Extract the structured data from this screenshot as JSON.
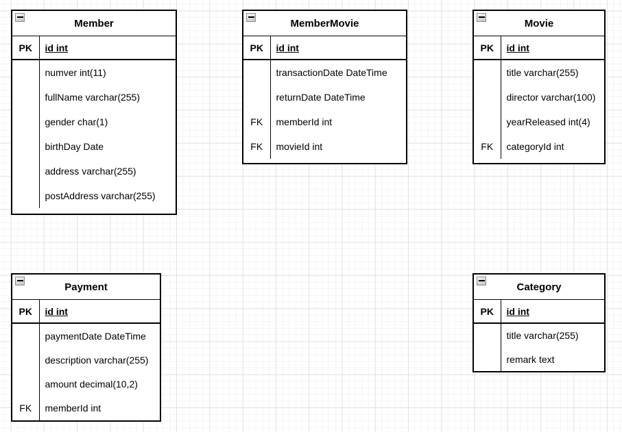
{
  "diagram": {
    "kind": "entity-relationship-diagram",
    "colors": {
      "table_border": "#000000",
      "table_background": "#ffffff",
      "text": "#000000",
      "grid_major": "#e2e2e2",
      "grid_minor": "#f4f4f7",
      "collapse_icon_background": "#dcdcdc",
      "collapse_icon_border": "#8c8c8c"
    },
    "icons": {
      "collapse": "minus"
    },
    "tables": [
      {
        "name": "Member",
        "pk": {
          "key": "PK",
          "field": "id int"
        },
        "rows": [
          {
            "key": "",
            "field": "numver int(11)"
          },
          {
            "key": "",
            "field": "fullName varchar(255)"
          },
          {
            "key": "",
            "field": "gender char(1)"
          },
          {
            "key": "",
            "field": "birthDay Date"
          },
          {
            "key": "",
            "field": "address varchar(255)"
          },
          {
            "key": "",
            "field": "postAddress varchar(255)"
          }
        ]
      },
      {
        "name": "MemberMovie",
        "pk": {
          "key": "PK",
          "field": "id int"
        },
        "rows": [
          {
            "key": "",
            "field": "transactionDate DateTime"
          },
          {
            "key": "",
            "field": "returnDate DateTime"
          },
          {
            "key": "FK",
            "field": "memberId int"
          },
          {
            "key": "FK",
            "field": "movieId int"
          }
        ]
      },
      {
        "name": "Movie",
        "pk": {
          "key": "PK",
          "field": "id int"
        },
        "rows": [
          {
            "key": "",
            "field": "title varchar(255)"
          },
          {
            "key": "",
            "field": "director varchar(100)"
          },
          {
            "key": "",
            "field": "yearReleased int(4)"
          },
          {
            "key": "FK",
            "field": "categoryId int"
          }
        ]
      },
      {
        "name": "Payment",
        "pk": {
          "key": "PK",
          "field": "id int"
        },
        "rows": [
          {
            "key": "",
            "field": "paymentDate DateTime"
          },
          {
            "key": "",
            "field": "description varchar(255)"
          },
          {
            "key": "",
            "field": "amount decimal(10,2)"
          },
          {
            "key": "FK",
            "field": "memberId int"
          }
        ]
      },
      {
        "name": "Category",
        "pk": {
          "key": "PK",
          "field": "id int"
        },
        "rows": [
          {
            "key": "",
            "field": "title varchar(255)"
          },
          {
            "key": "",
            "field": "remark text"
          }
        ]
      }
    ]
  }
}
